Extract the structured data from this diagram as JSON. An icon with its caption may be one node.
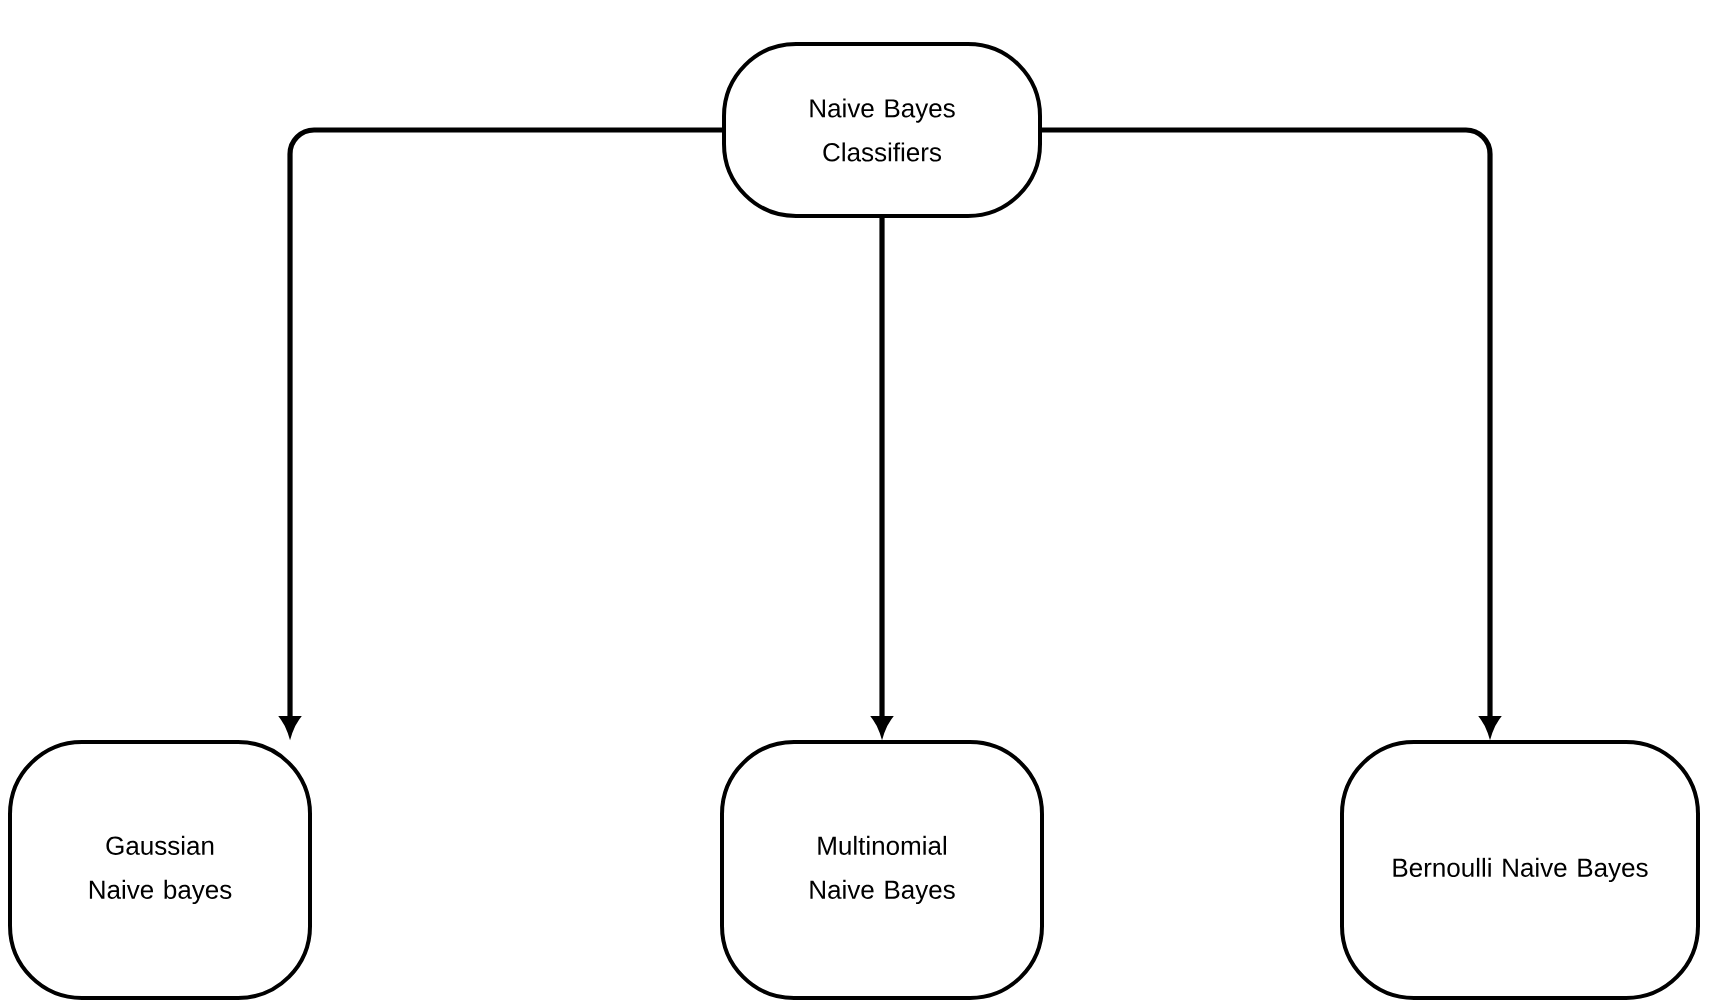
{
  "diagram": {
    "nodes": [
      {
        "text": [
          "Naive Bayes Classifiers"
        ]
      },
      {
        "text": [
          "Gaussian Naive bayes"
        ]
      },
      {
        "text": [
          "Multinomial Naive Bayes"
        ]
      },
      {
        "text": [
          "Bernoulli Naive Bayes"
        ]
      }
    ],
    "edges": [
      {
        "from": 0,
        "to": 1,
        "arrow": "to"
      },
      {
        "from": 0,
        "to": 2,
        "arrow": "to"
      },
      {
        "from": 0,
        "to": 3,
        "arrow": "to"
      }
    ]
  }
}
